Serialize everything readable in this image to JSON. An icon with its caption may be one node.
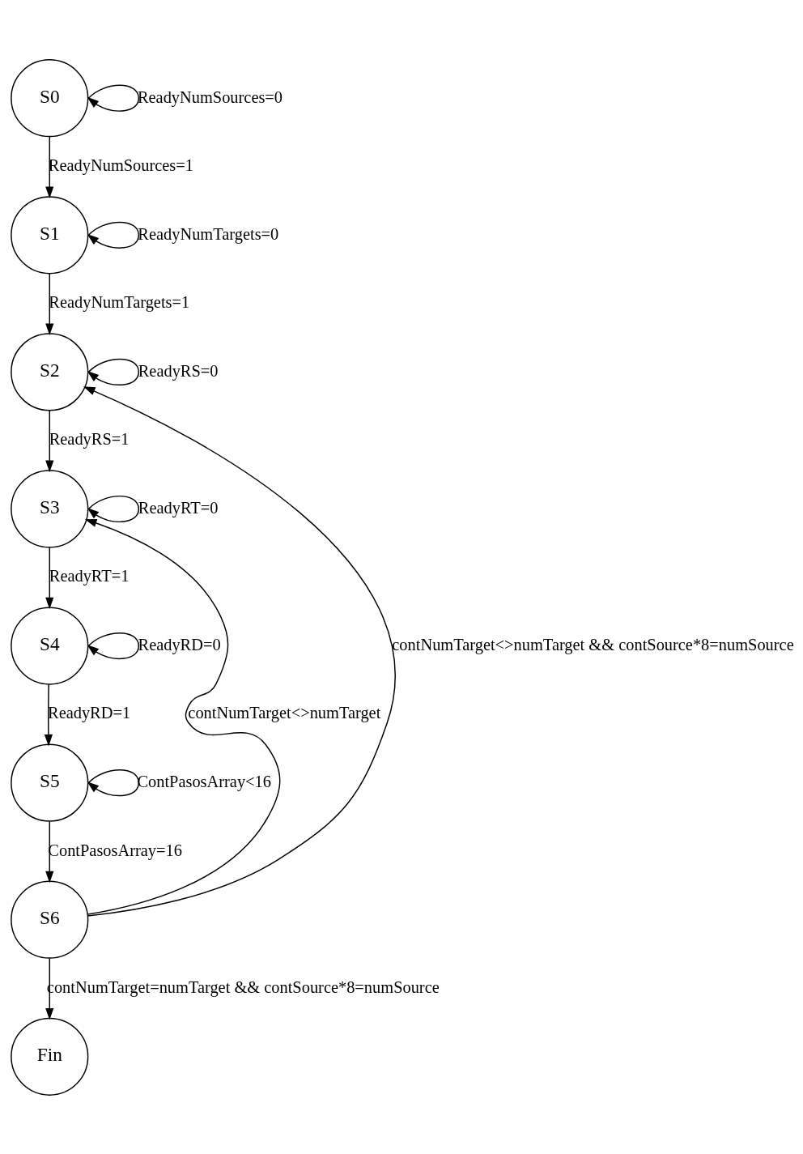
{
  "diagram": {
    "nodes": [
      {
        "text": [
          "S0"
        ]
      },
      {
        "text": [
          "S1"
        ]
      },
      {
        "text": [
          "S2"
        ]
      },
      {
        "text": [
          "S3"
        ]
      },
      {
        "text": [
          "S4"
        ]
      },
      {
        "text": [
          "S5"
        ]
      },
      {
        "text": [
          "S6"
        ]
      },
      {
        "text": [
          "Fin"
        ]
      }
    ],
    "edges": [
      {
        "from": 0,
        "to": 0,
        "arrow": "to",
        "label": "ReadyNumSources=0"
      },
      {
        "from": 0,
        "to": 1,
        "arrow": "to",
        "label": "ReadyNumSources=1"
      },
      {
        "from": 1,
        "to": 1,
        "arrow": "to",
        "label": "ReadyNumTargets=0"
      },
      {
        "from": 1,
        "to": 2,
        "arrow": "to",
        "label": "ReadyNumTargets=1"
      },
      {
        "from": 2,
        "to": 2,
        "arrow": "to",
        "label": "ReadyRS=0"
      },
      {
        "from": 2,
        "to": 3,
        "arrow": "to",
        "label": "ReadyRS=1"
      },
      {
        "from": 3,
        "to": 3,
        "arrow": "to",
        "label": "ReadyRT=0"
      },
      {
        "from": 3,
        "to": 4,
        "arrow": "to",
        "label": "ReadyRT=1"
      },
      {
        "from": 4,
        "to": 4,
        "arrow": "to",
        "label": "ReadyRD=0"
      },
      {
        "from": 4,
        "to": 5,
        "arrow": "to",
        "label": "ReadyRD=1"
      },
      {
        "from": 5,
        "to": 5,
        "arrow": "to",
        "label": "ContPasosArray<16"
      },
      {
        "from": 5,
        "to": 6,
        "arrow": "to",
        "label": "ContPasosArray=16"
      },
      {
        "from": 6,
        "to": 3,
        "arrow": "to",
        "label": "contNumTarget<>numTarget"
      },
      {
        "from": 6,
        "to": 2,
        "arrow": "to",
        "label": "contNumTarget<>numTarget && contSource*8=numSource"
      },
      {
        "from": 6,
        "to": 7,
        "arrow": "to",
        "label": "contNumTarget=numTarget && contSource*8=numSource"
      }
    ]
  }
}
